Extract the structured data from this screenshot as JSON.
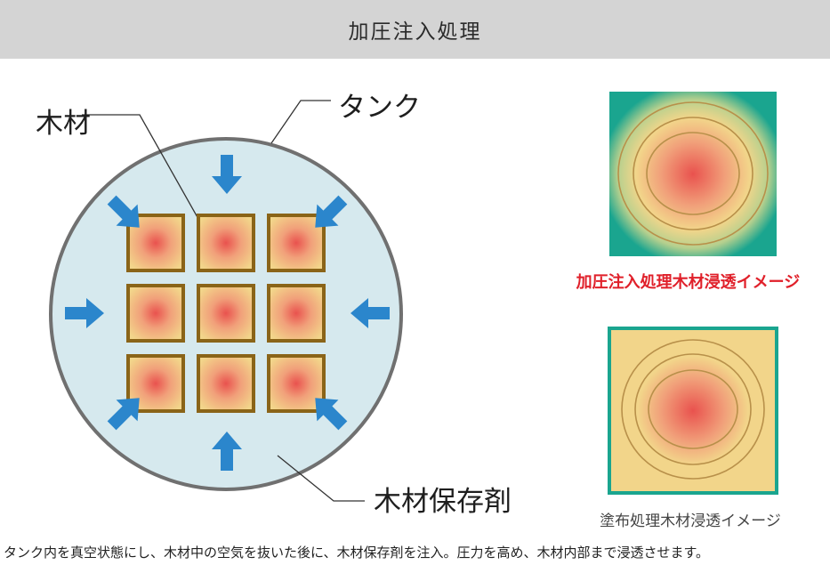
{
  "header": {
    "title": "加圧注入処理"
  },
  "diagram": {
    "labels": {
      "wood": "木材",
      "tank": "タンク",
      "preservative": "木材保存剤"
    },
    "colors": {
      "tank_fill": "#d6e9ee",
      "tank_border": "#707070",
      "arrow": "#2b86cc",
      "wood_border": "#8a6418",
      "wood_edge": "#f2d58a",
      "wood_core": "#e9524e",
      "pressure_bg": "#1aa58f",
      "brush_bg": "#f2d58a"
    },
    "wood_grid": {
      "rows": 3,
      "cols": 3
    },
    "arrow_icons": [
      "arrow-down-icon",
      "arrow-down-left-icon",
      "arrow-left-icon",
      "arrow-up-left-icon",
      "arrow-up-icon",
      "arrow-up-right-icon",
      "arrow-right-icon",
      "arrow-down-right-icon"
    ]
  },
  "images": {
    "pressure_caption": "加圧注入処理木材浸透イメージ",
    "brush_caption": "塗布処理木材浸透イメージ"
  },
  "description": "タンク内を真空状態にし、木材中の空気を抜いた後に、木材保存剤を注入。圧力を高め、木材内部まで浸透させます。"
}
